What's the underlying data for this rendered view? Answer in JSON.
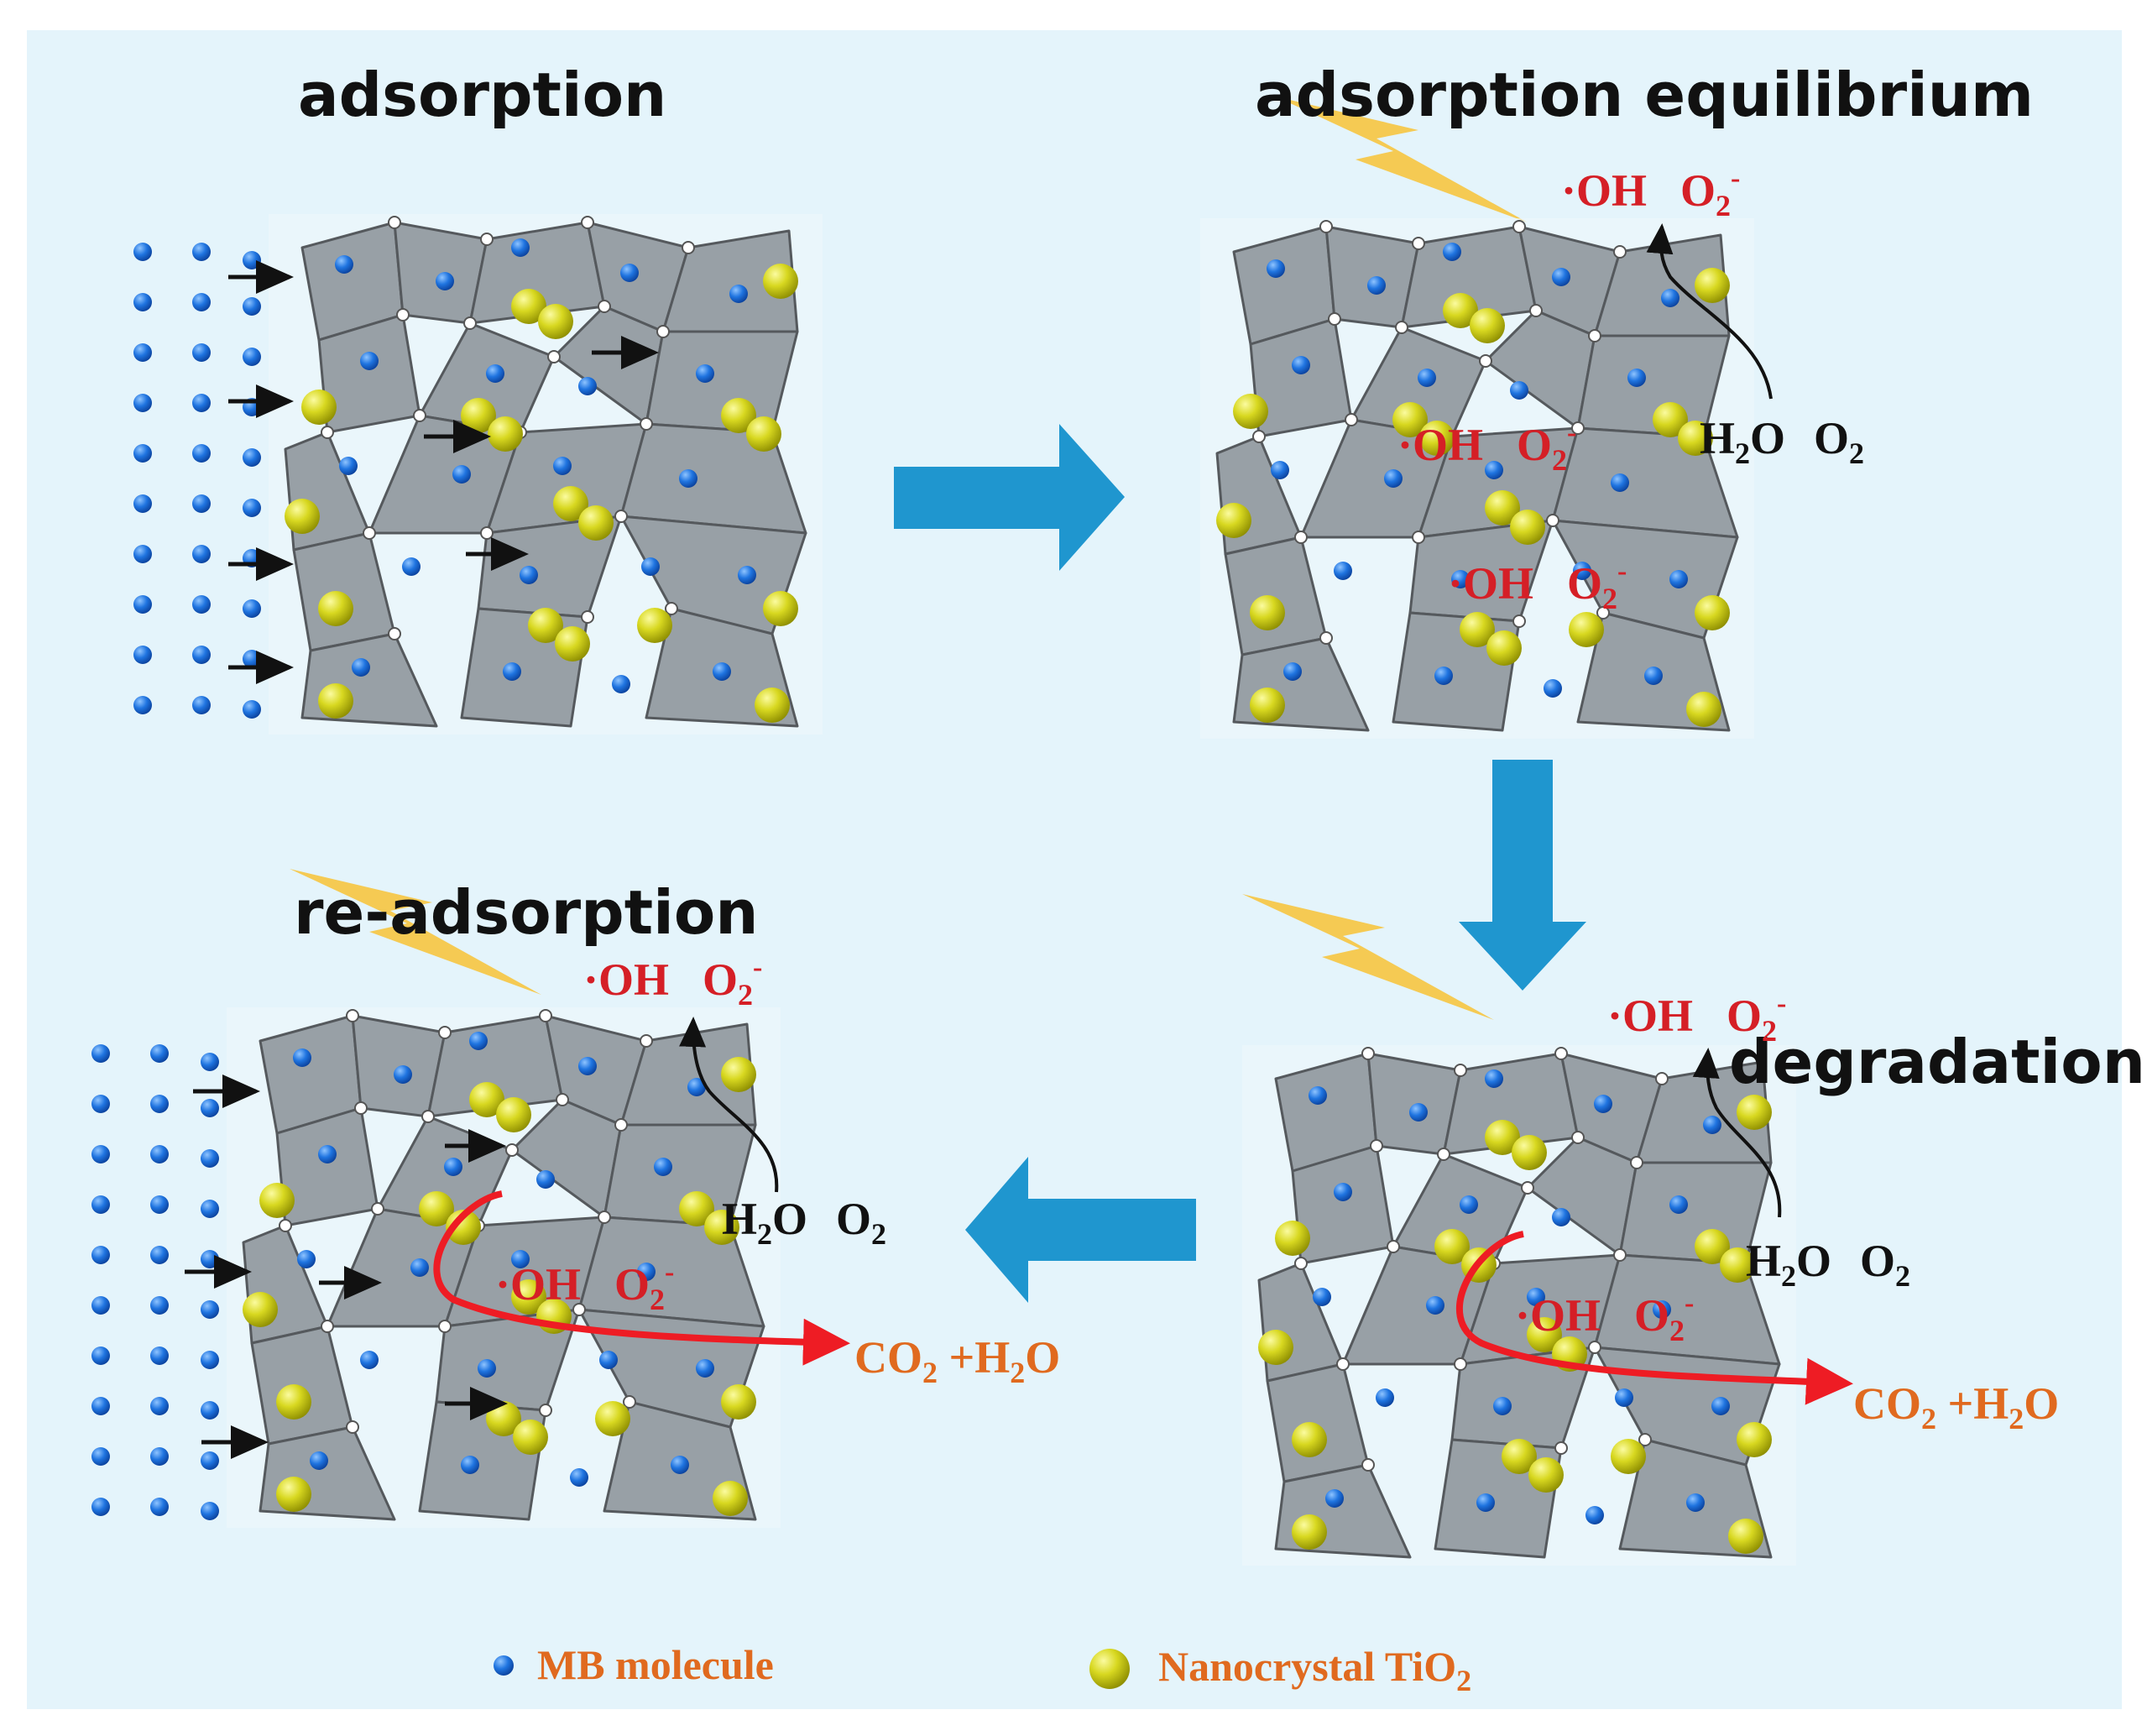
{
  "colors": {
    "background": "#e4f4fb",
    "mb_molecule": "#1e6fd9",
    "tio2": "#d4d41a",
    "framework": "#9aa0a5",
    "process_arrow": "#1f96cf",
    "reaction_path": "#ee1c24",
    "lightning": "#f5c74a",
    "radical_text": "#d51f26",
    "product_text": "#e06a1f"
  },
  "icons": [
    "lightning-bolt-icon",
    "blue-block-arrow-icon",
    "red-curved-arrow-icon",
    "black-curved-arrow-icon"
  ],
  "panels": {
    "adsorption": {
      "title": "adsorption"
    },
    "equilibrium": {
      "title": "adsorption equilibrium",
      "radical_top": {
        "oh": "·OH",
        "o2": "O",
        "o2_sub": "2",
        "o2_sup": "-"
      },
      "reactants": {
        "h2o_h": "H",
        "h2o_sub": "2",
        "h2o_o": "O",
        "o2": "O",
        "o2_sub": "2"
      },
      "radical_mid1": {
        "oh": "·OH",
        "o2": "O",
        "o2_sub": "2",
        "o2_sup": "-"
      },
      "radical_mid2": {
        "oh": "·OH",
        "o2": "O",
        "o2_sub": "2",
        "o2_sup": "-"
      }
    },
    "degradation": {
      "title": "degradation",
      "radical_top": {
        "oh": "·OH",
        "o2": "O",
        "o2_sub": "2",
        "o2_sup": "-"
      },
      "reactants": {
        "h2o_h": "H",
        "h2o_sub": "2",
        "h2o_o": "O",
        "o2": "O",
        "o2_sub": "2"
      },
      "radical_mid": {
        "oh": "·OH",
        "o2": "O",
        "o2_sub": "2",
        "o2_sup": "-"
      },
      "products": {
        "co2": "CO",
        "co2_sub": "2",
        "plus_h": " +H",
        "h2o_sub": "2",
        "h2o_o": "O"
      }
    },
    "readsorption": {
      "title": "re-adsorption",
      "radical_top": {
        "oh": "·OH",
        "o2": "O",
        "o2_sub": "2",
        "o2_sup": "-"
      },
      "reactants": {
        "h2o_h": "H",
        "h2o_sub": "2",
        "h2o_o": "O",
        "o2": "O",
        "o2_sub": "2"
      },
      "radical_mid": {
        "oh": "·OH",
        "o2": "O",
        "o2_sub": "2",
        "o2_sup": "-"
      },
      "products": {
        "co2": "CO",
        "co2_sub": "2",
        "plus_h": " +H",
        "h2o_sub": "2",
        "h2o_o": "O"
      }
    }
  },
  "legend": {
    "mb": "MB molecule",
    "tio2_text": "Nanocrystal TiO",
    "tio2_sub": "2"
  }
}
